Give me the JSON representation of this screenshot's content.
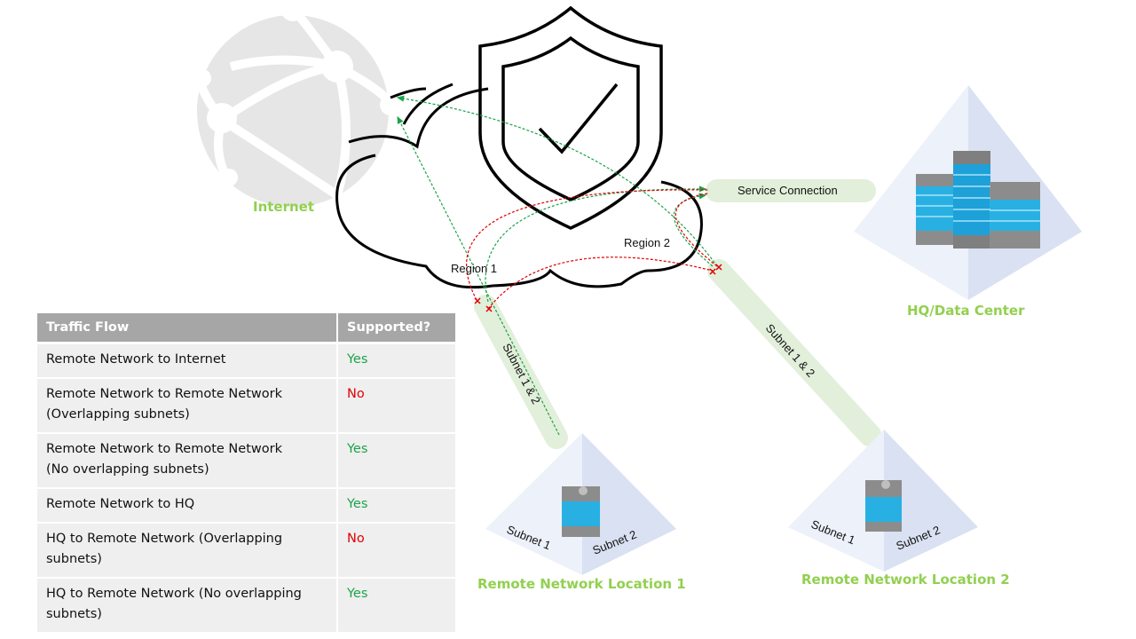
{
  "labels": {
    "internet": "Internet",
    "service_connection": "Service Connection",
    "hq": "HQ/Data Center",
    "region1": "Region 1",
    "region2": "Region 2",
    "tunnel1": "Subnet 1 & 2",
    "tunnel2": "Subnet 1 & 2",
    "rn1": "Remote Network Location 1",
    "rn2": "Remote Network Location 2",
    "rn1_subnet1": "Subnet 1",
    "rn1_subnet2": "Subnet 2",
    "rn2_subnet1": "Subnet 1",
    "rn2_subnet2": "Subnet 2"
  },
  "icons": {
    "internet": "globe-network-icon",
    "security": "shield-check-icon",
    "cloud": "cloud-icon",
    "hq": "office-buildings-icon",
    "branch": "office-building-icon"
  },
  "colors": {
    "label_green": "#92d050",
    "supported": "#1aa34a",
    "unsupported": "#e00000",
    "table_header": "#a6a6a6",
    "table_row": "#efefef",
    "tunnel_fill": "#e2efda"
  },
  "table": {
    "headers": [
      "Traffic Flow",
      "Supported?"
    ],
    "rows": [
      {
        "flow_line1": "Remote Network to Internet",
        "flow_line2": "",
        "supported": "Yes"
      },
      {
        "flow_line1": "Remote Network to Remote Network",
        "flow_line2": "(Overlapping subnets)",
        "supported": "No"
      },
      {
        "flow_line1": "Remote Network to Remote Network",
        "flow_line2": "(No overlapping subnets)",
        "supported": "Yes"
      },
      {
        "flow_line1": "Remote Network to HQ",
        "flow_line2": "",
        "supported": "Yes"
      },
      {
        "flow_line1": "HQ to Remote Network (Overlapping",
        "flow_line2": "subnets)",
        "supported": "No"
      },
      {
        "flow_line1": "HQ to Remote Network (No overlapping",
        "flow_line2": "subnets)",
        "supported": "Yes"
      }
    ]
  }
}
